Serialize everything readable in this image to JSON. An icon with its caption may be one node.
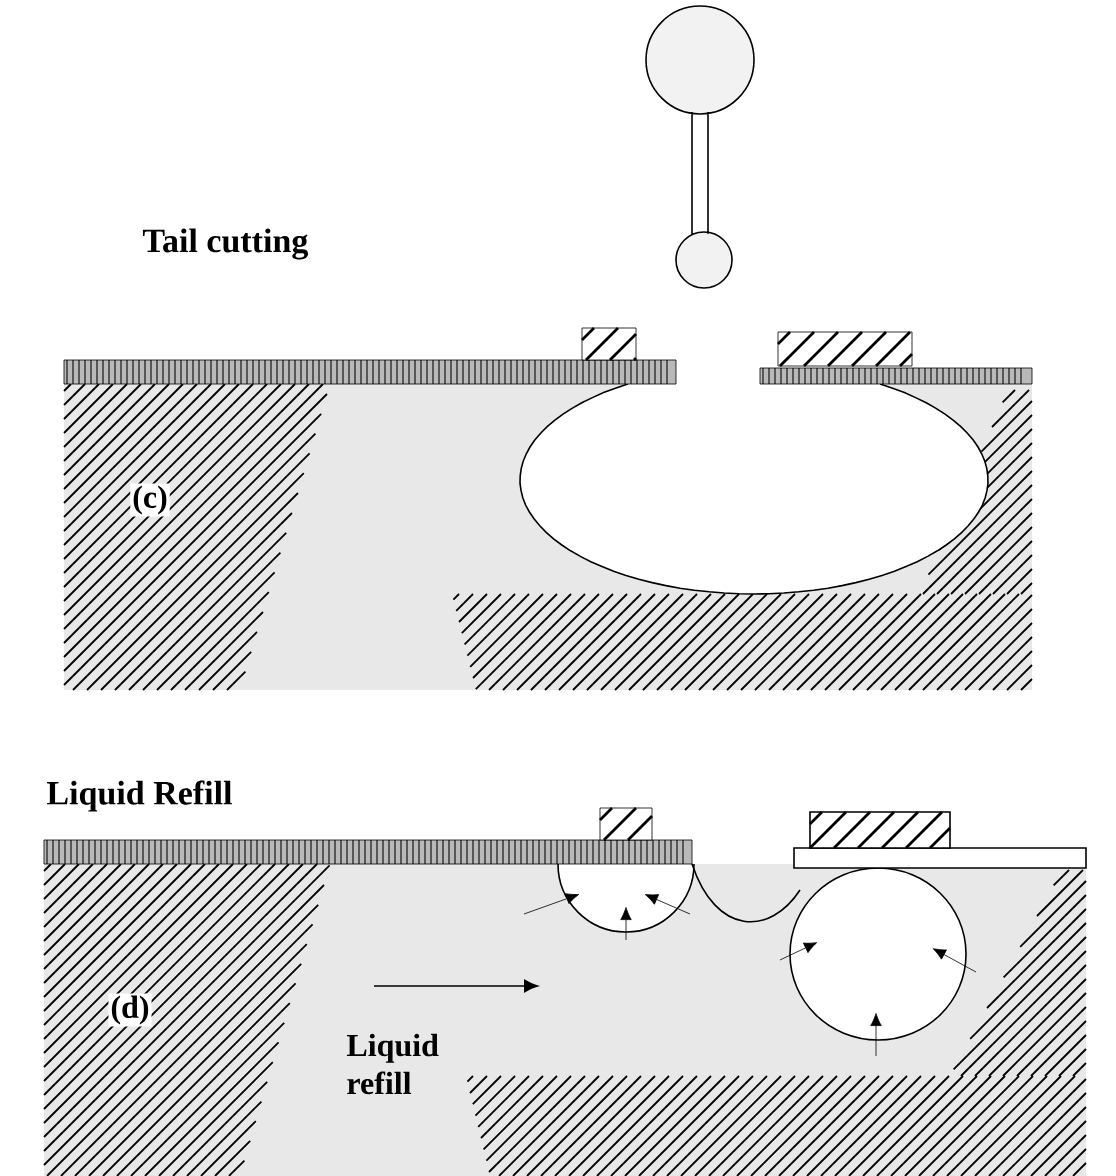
{
  "diagram": {
    "labels": [
      "Tail cutting",
      "(c)",
      "Liquid Refill",
      "(d)",
      "Liquid refill"
    ]
  }
}
